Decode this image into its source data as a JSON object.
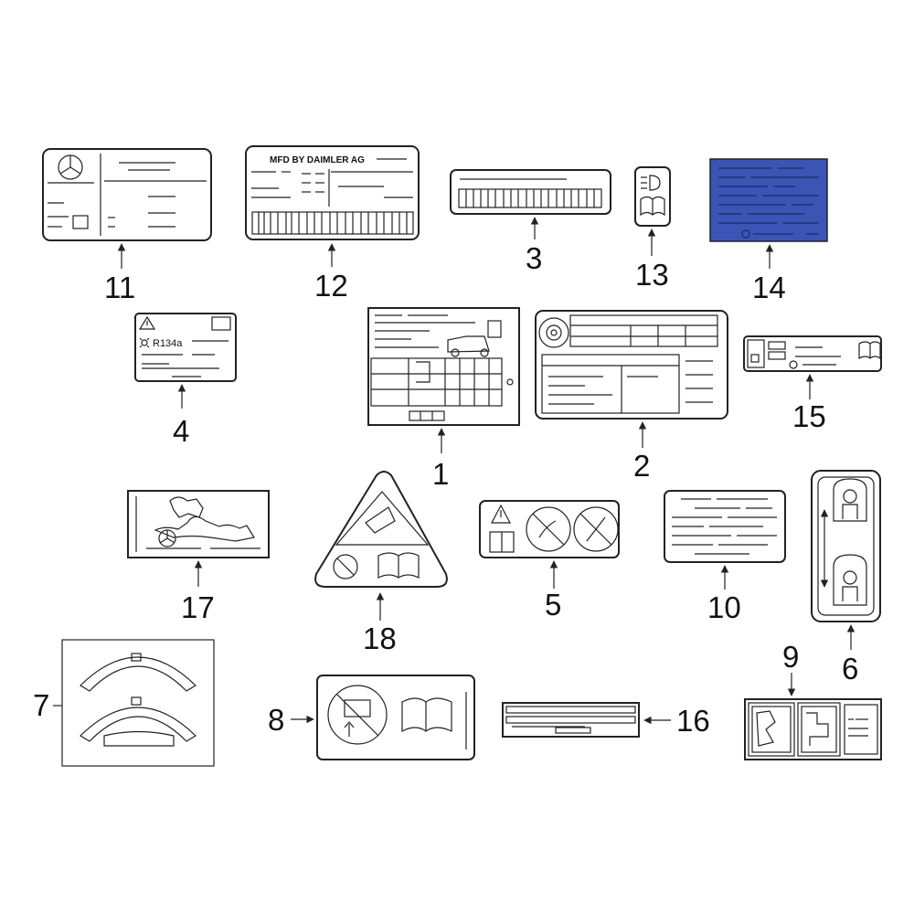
{
  "parts": [
    {
      "id": "1",
      "label": "1"
    },
    {
      "id": "2",
      "label": "2"
    },
    {
      "id": "3",
      "label": "3"
    },
    {
      "id": "4",
      "label": "4"
    },
    {
      "id": "5",
      "label": "5"
    },
    {
      "id": "6",
      "label": "6"
    },
    {
      "id": "7",
      "label": "7"
    },
    {
      "id": "8",
      "label": "8"
    },
    {
      "id": "9",
      "label": "9"
    },
    {
      "id": "10",
      "label": "10"
    },
    {
      "id": "11",
      "label": "11"
    },
    {
      "id": "12",
      "label": "12"
    },
    {
      "id": "13",
      "label": "13"
    },
    {
      "id": "14",
      "label": "14"
    },
    {
      "id": "15",
      "label": "15"
    },
    {
      "id": "16",
      "label": "16"
    },
    {
      "id": "17",
      "label": "17"
    },
    {
      "id": "18",
      "label": "18"
    }
  ],
  "label_texts": {
    "manufacturer": "MFD BY DAIMLER AG",
    "refrigerant": "R134a"
  },
  "colors": {
    "line": "#222222",
    "highlight_label_fill": "#3a55b4",
    "background": "#ffffff"
  }
}
